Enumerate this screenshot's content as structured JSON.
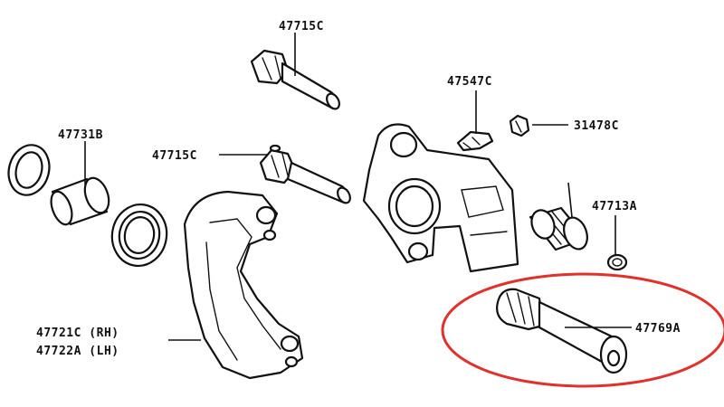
{
  "labels": {
    "pin_upper": "47715C",
    "pin_middle": "47715C",
    "boot_clip": "47547C",
    "bleeder": "31478C",
    "piston_kit": "47731B",
    "pin_boot": "47713A",
    "slide_pin": "47769A",
    "bracket_rh": "47721C (RH)",
    "bracket_lh": "47722A (LH)"
  },
  "highlight_color": "#e0312b"
}
